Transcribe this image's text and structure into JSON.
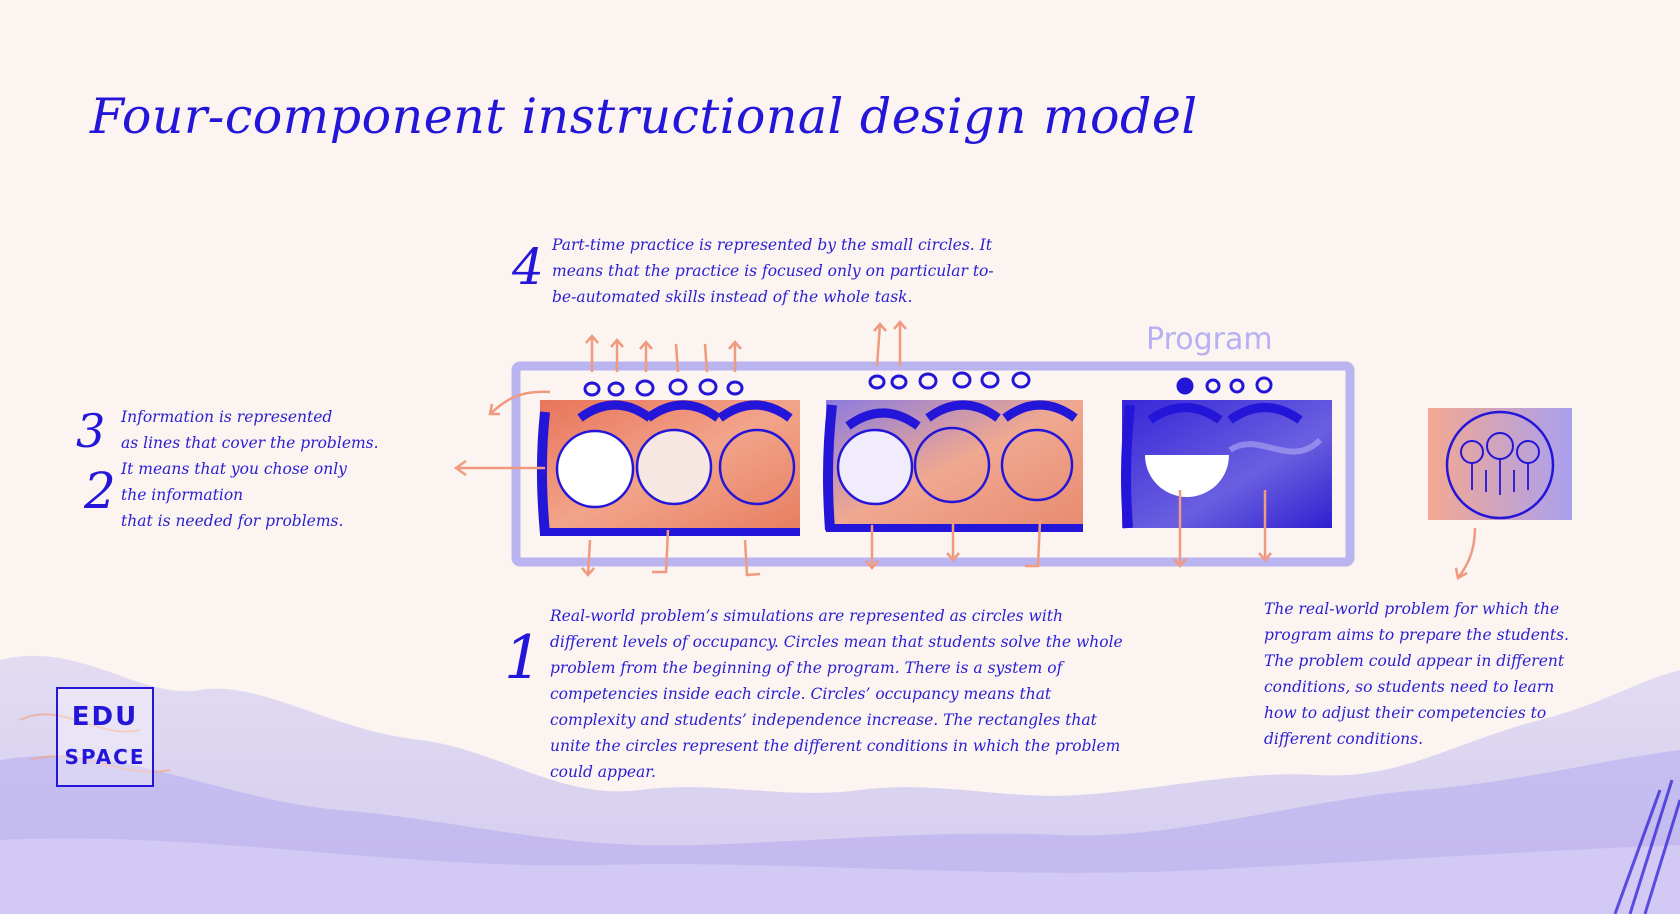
{
  "title": "Four-component instructional design model",
  "program_label": "Program",
  "logo": {
    "line1": "EDU",
    "line2": "SPACE"
  },
  "annotations": {
    "part_time_practice": {
      "number": "4",
      "text": "Part-time practice is represented by the small circles. It\nmeans that the practice is focused only on particular to-\nbe-automated skills instead of the whole task."
    },
    "information": {
      "number3": "3",
      "number2": "2",
      "text": "Information is represented\nas lines that cover the problems.\nIt means that you chose only\nthe information\nthat is needed for problems."
    },
    "tasks": {
      "number": "1",
      "text": "Real-world problem’s simulations are represented as circles with\ndifferent levels of occupancy. Circles mean that students solve the whole\nproblem from the beginning of the program. There is a system of\ncompetencies inside each circle.  Circles’ occupancy means that\ncomplexity and students’ independence increase. The rectangles that\nunite the circles represent the different conditions in which the problem\ncould appear."
    },
    "real_world_problem": {
      "text": "The real-world problem for which the\nprogram aims to prepare the students.\nThe problem could appear in different\nconditions, so students need to learn\nhow to adjust their competencies to\ndifferent conditions."
    }
  },
  "colors": {
    "ink": "#2416d8",
    "orange": "#e98a6d",
    "lavender": "#b9b3ef",
    "background": "#fbf4f1"
  }
}
